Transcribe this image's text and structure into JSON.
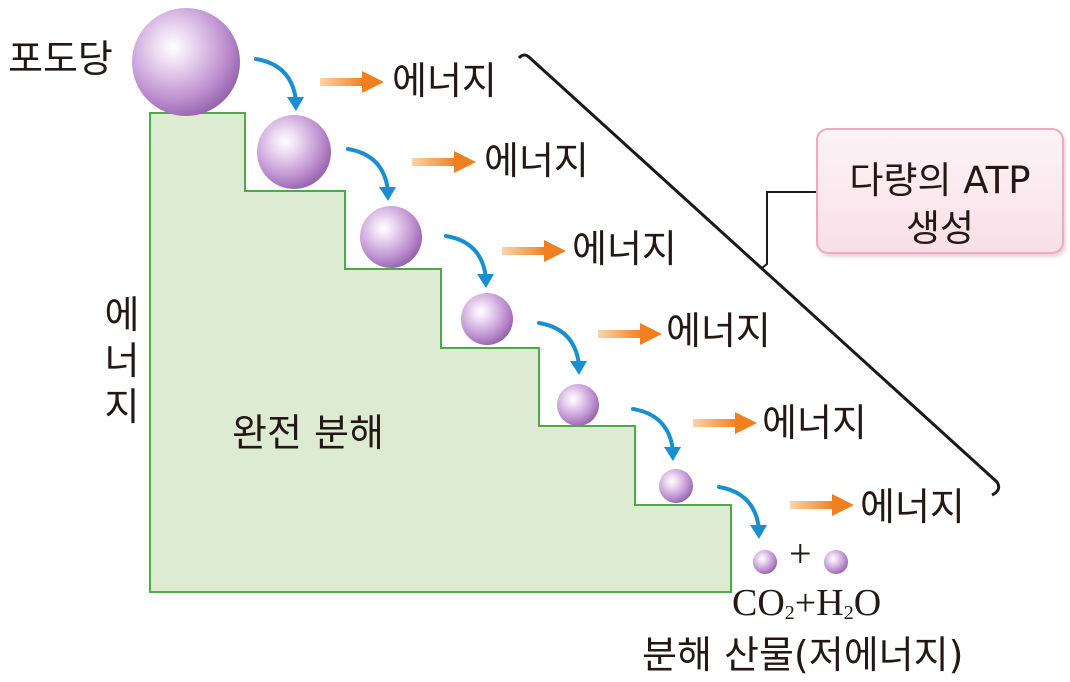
{
  "labels": {
    "glucose": "포도당",
    "y_axis": "에너지",
    "complete_breakdown": "완전 분해",
    "atp_line1": "다량의 ATP",
    "atp_line2": "생성",
    "energy": "에너지",
    "plus": "+",
    "formula": {
      "co": "CO",
      "co_sub": "2",
      "plus": "+",
      "h": "H",
      "h_sub": "2",
      "o": "O"
    },
    "products": "분해 산물(저에너지)"
  },
  "colors": {
    "stair_fill": "#dcebd2",
    "stair_stroke": "#4fa94a",
    "arrow_blue": "#1a8fd0",
    "arrow_orange": "#f08a2b",
    "sphere": "#b98ccb",
    "bracket": "#1a1a1a",
    "atp_box_border": "#f2a8bf"
  },
  "steps": 6
}
